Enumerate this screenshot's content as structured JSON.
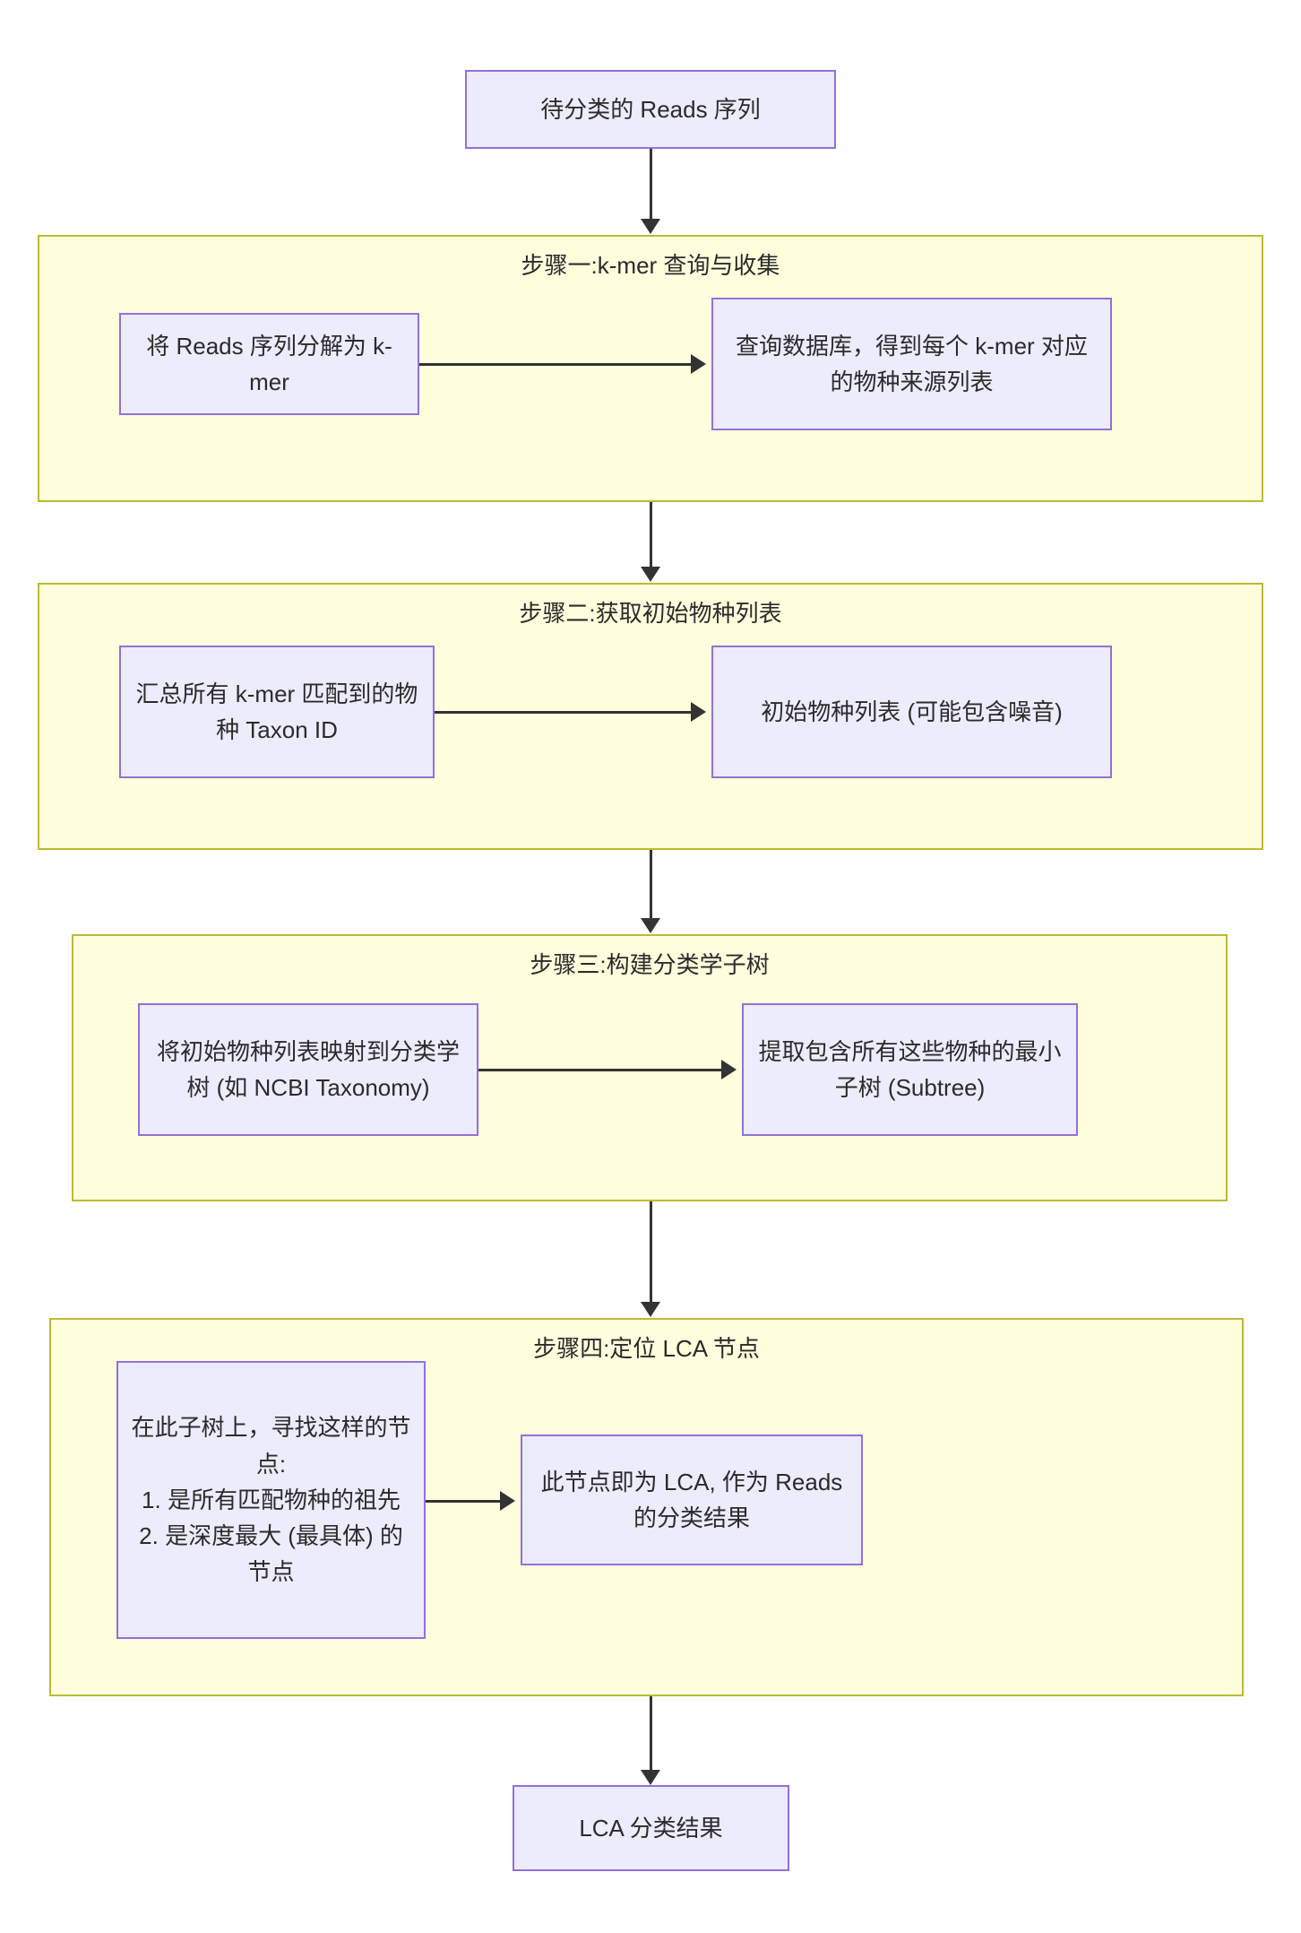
{
  "diagram": {
    "type": "flowchart",
    "direction": "top-to-bottom",
    "title_present": false,
    "colors": {
      "node_fill": "#ececfd",
      "node_border": "#9370db",
      "group_fill": "#ffffde",
      "group_border": "#bbbb33",
      "edge": "#333333",
      "text": "#2b2b2b",
      "page_background": "#ffffff"
    }
  },
  "start_node": {
    "label": "待分类的 Reads 序列"
  },
  "end_node": {
    "label": "LCA 分类结果"
  },
  "steps": [
    {
      "id": "step1",
      "title": "步骤一:k-mer 查询与收集",
      "nodes": [
        {
          "id": "s1n1",
          "label": "将 Reads 序列分解为 k-mer"
        },
        {
          "id": "s1n2",
          "label": "查询数据库，得到每个 k-mer 对应的物种来源列表"
        }
      ]
    },
    {
      "id": "step2",
      "title": "步骤二:获取初始物种列表",
      "nodes": [
        {
          "id": "s2n1",
          "label": "汇总所有 k-mer 匹配到的物种 Taxon ID"
        },
        {
          "id": "s2n2",
          "label": "初始物种列表 (可能包含噪音)"
        }
      ]
    },
    {
      "id": "step3",
      "title": "步骤三:构建分类学子树",
      "nodes": [
        {
          "id": "s3n1",
          "label": "将初始物种列表映射到分类学树 (如 NCBI Taxonomy)"
        },
        {
          "id": "s3n2",
          "label": "提取包含所有这些物种的最小子树 (Subtree)"
        }
      ]
    },
    {
      "id": "step4",
      "title": "步骤四:定位 LCA 节点",
      "nodes": [
        {
          "id": "s4n1",
          "label": "在此子树上，寻找这样的节点:\n1. 是所有匹配物种的祖先\n2. 是深度最大 (最具体) 的节点"
        },
        {
          "id": "s4n2",
          "label": "此节点即为 LCA, 作为 Reads 的分类结果"
        }
      ]
    }
  ]
}
